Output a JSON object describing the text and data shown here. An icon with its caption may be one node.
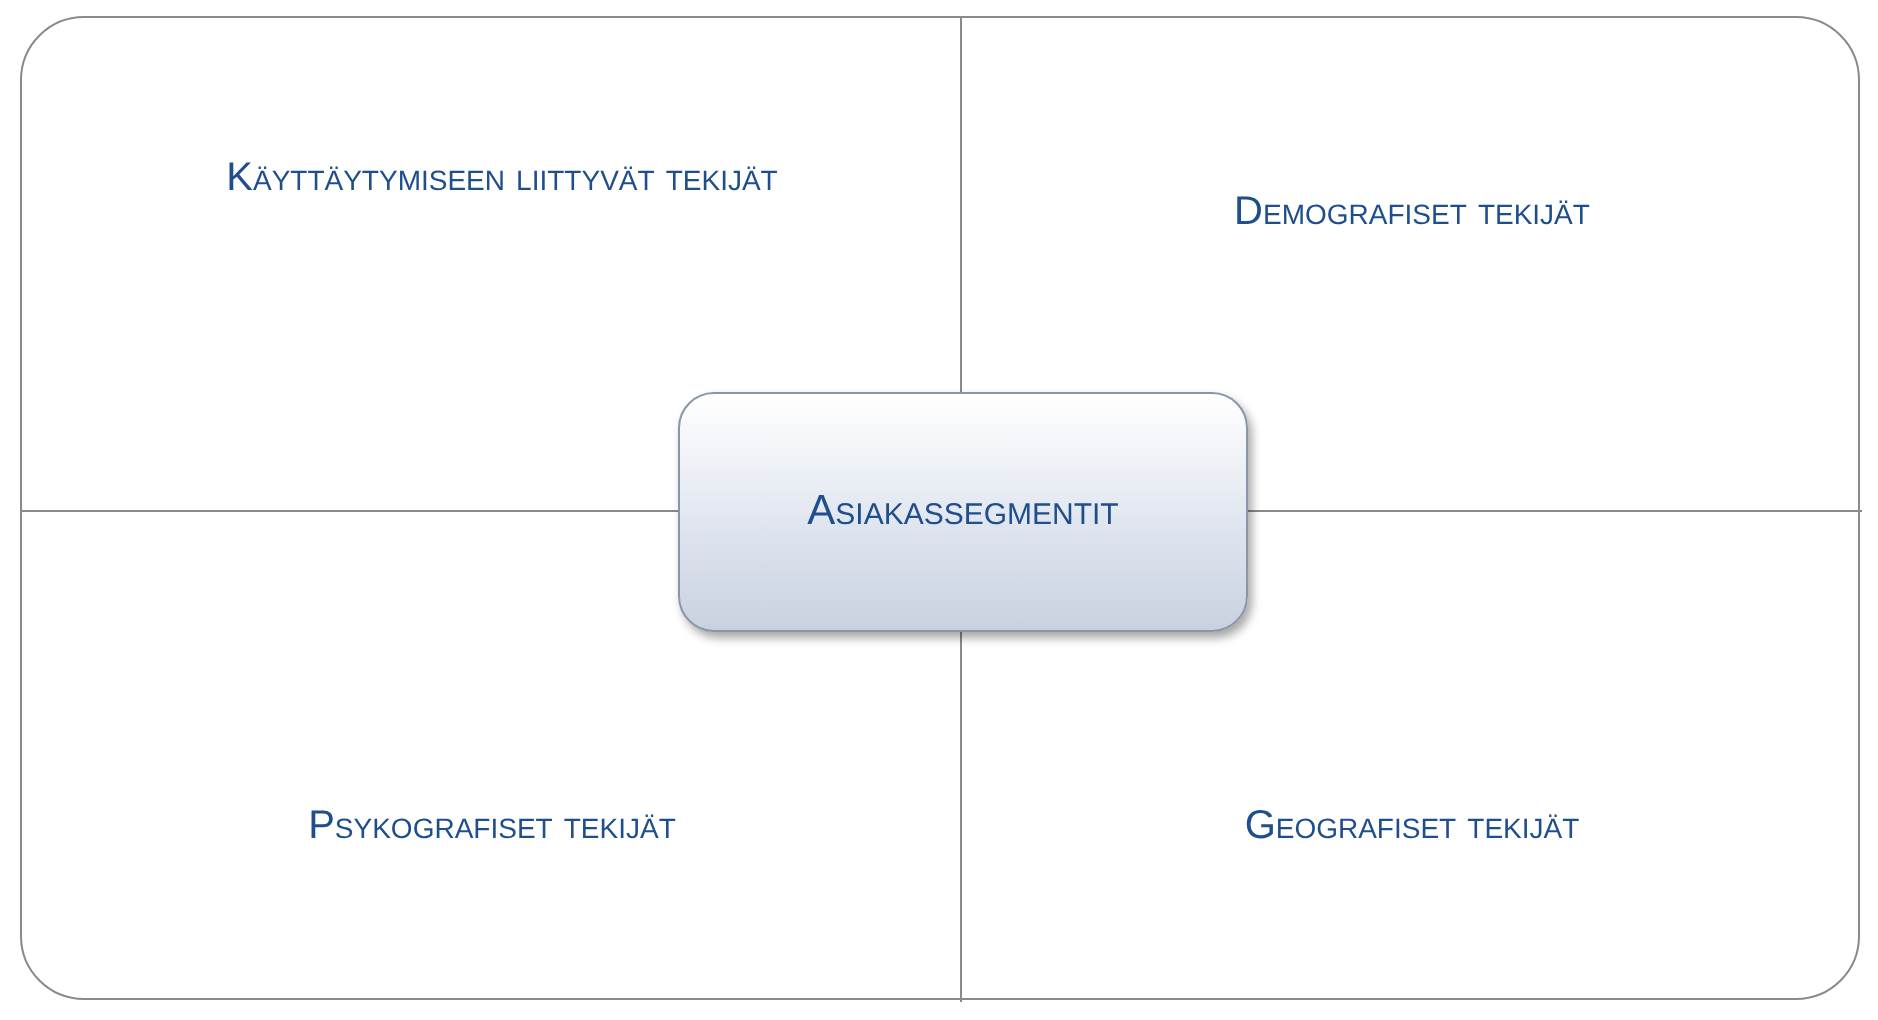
{
  "diagram": {
    "nodes": [
      {
        "text": [],
        "shape": "box"
      },
      {
        "text": [
          "Käyttäytymiseen liittyvät tekijät"
        ],
        "in": 0
      },
      {
        "text": [
          "Demografiset tekijät"
        ],
        "in": 0
      },
      {
        "text": [
          "Asiakassegmentit"
        ],
        "in": 0
      },
      {
        "text": [
          "Psykografiset tekijät"
        ],
        "in": 0
      },
      {
        "text": [
          "Geografiset tekijät"
        ],
        "in": 0
      }
    ]
  }
}
